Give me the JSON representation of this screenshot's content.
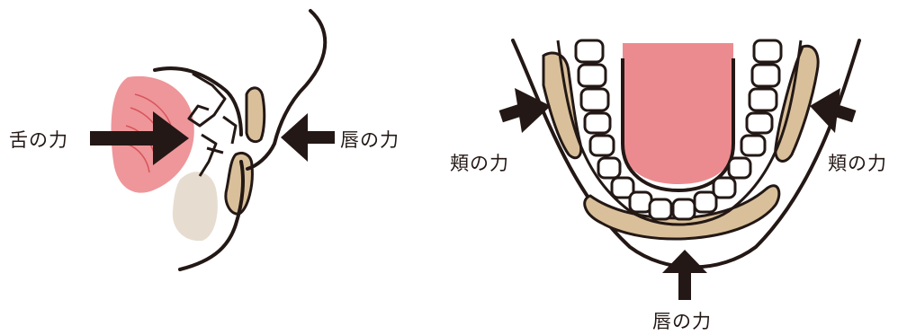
{
  "labels": {
    "tongue_force": "舌の力",
    "lip_force_side": "唇の力",
    "cheek_force_left": "頬の力",
    "cheek_force_right": "頬の力",
    "lip_force_front": "唇の力"
  },
  "colors": {
    "outline": "#231815",
    "tongue": "#ec8b8f",
    "cheek_muscle": "#d9c09a",
    "tooth": "#ffffff",
    "arrow": "#231815",
    "text": "#231815"
  }
}
